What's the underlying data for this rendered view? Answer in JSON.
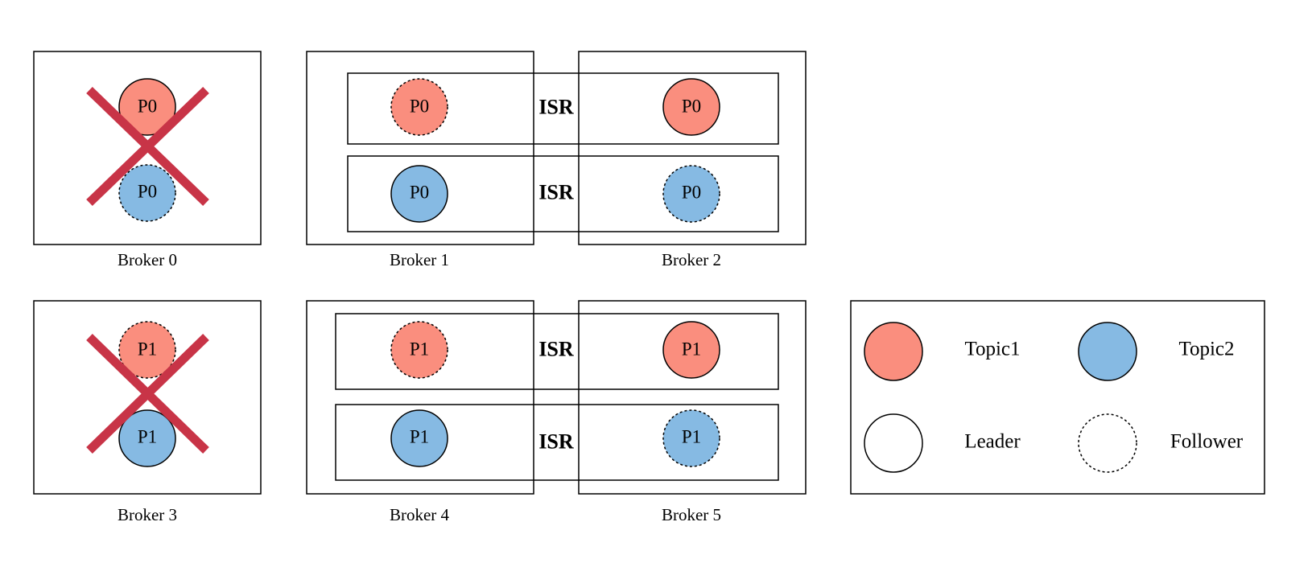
{
  "colors": {
    "topic1": "#FA8E7E",
    "topic2": "#86BAE3",
    "failed": "#C83447",
    "stroke": "#000000"
  },
  "brokers": [
    {
      "label": "Broker 0",
      "failed": true
    },
    {
      "label": "Broker 1",
      "failed": false
    },
    {
      "label": "Broker 2",
      "failed": false
    },
    {
      "label": "Broker 3",
      "failed": true
    },
    {
      "label": "Broker 4",
      "failed": false
    },
    {
      "label": "Broker 5",
      "failed": false
    }
  ],
  "partitions": [
    {
      "broker": 0,
      "topic": "topic1",
      "role": "leader",
      "label": "P0"
    },
    {
      "broker": 0,
      "topic": "topic2",
      "role": "follower",
      "label": "P0"
    },
    {
      "broker": 1,
      "topic": "topic1",
      "role": "follower",
      "label": "P0"
    },
    {
      "broker": 2,
      "topic": "topic1",
      "role": "leader",
      "label": "P0"
    },
    {
      "broker": 1,
      "topic": "topic2",
      "role": "leader",
      "label": "P0"
    },
    {
      "broker": 2,
      "topic": "topic2",
      "role": "follower",
      "label": "P0"
    },
    {
      "broker": 3,
      "topic": "topic1",
      "role": "follower",
      "label": "P1"
    },
    {
      "broker": 3,
      "topic": "topic2",
      "role": "leader",
      "label": "P1"
    },
    {
      "broker": 4,
      "topic": "topic1",
      "role": "follower",
      "label": "P1"
    },
    {
      "broker": 5,
      "topic": "topic1",
      "role": "leader",
      "label": "P1"
    },
    {
      "broker": 4,
      "topic": "topic2",
      "role": "leader",
      "label": "P1"
    },
    {
      "broker": 5,
      "topic": "topic2",
      "role": "follower",
      "label": "P1"
    }
  ],
  "isr_label": "ISR",
  "isr_groups": [
    {
      "label": "ISR",
      "brokers": [
        1,
        2
      ],
      "topic": "topic1"
    },
    {
      "label": "ISR",
      "brokers": [
        1,
        2
      ],
      "topic": "topic2"
    },
    {
      "label": "ISR",
      "brokers": [
        4,
        5
      ],
      "topic": "topic1"
    },
    {
      "label": "ISR",
      "brokers": [
        4,
        5
      ],
      "topic": "topic2"
    }
  ],
  "legend": {
    "topic1": "Topic1",
    "topic2": "Topic2",
    "leader": "Leader",
    "follower": "Follower"
  }
}
